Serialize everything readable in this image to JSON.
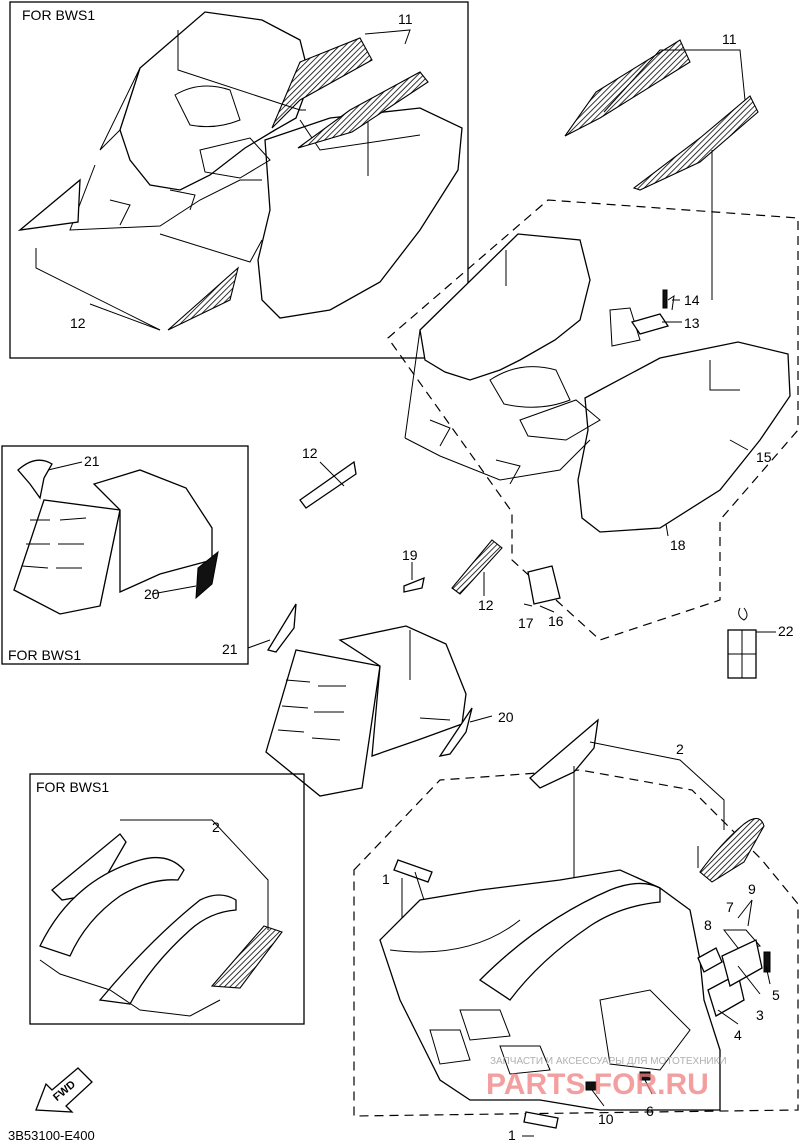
{
  "box_labels": [
    "FOR BWS1",
    "FOR BWS1",
    "FOR BWS1"
  ],
  "callouts": [
    "11",
    "11",
    "12",
    "14",
    "13",
    "15",
    "12",
    "21",
    "18",
    "19",
    "12",
    "20",
    "16",
    "17",
    "21",
    "22",
    "20",
    "2",
    "2",
    "9",
    "1",
    "7",
    "8",
    "5",
    "3",
    "4",
    "10",
    "6",
    "1"
  ],
  "fwd_label": "FWD",
  "drawing_code": "3B53100-E400",
  "watermark_text": "ЗАПЧАСТИ И АКСЕССУАРЫ ДЛЯ МОТОТЕХНИКИ",
  "watermark_logo": "PARTS FOR.RU"
}
